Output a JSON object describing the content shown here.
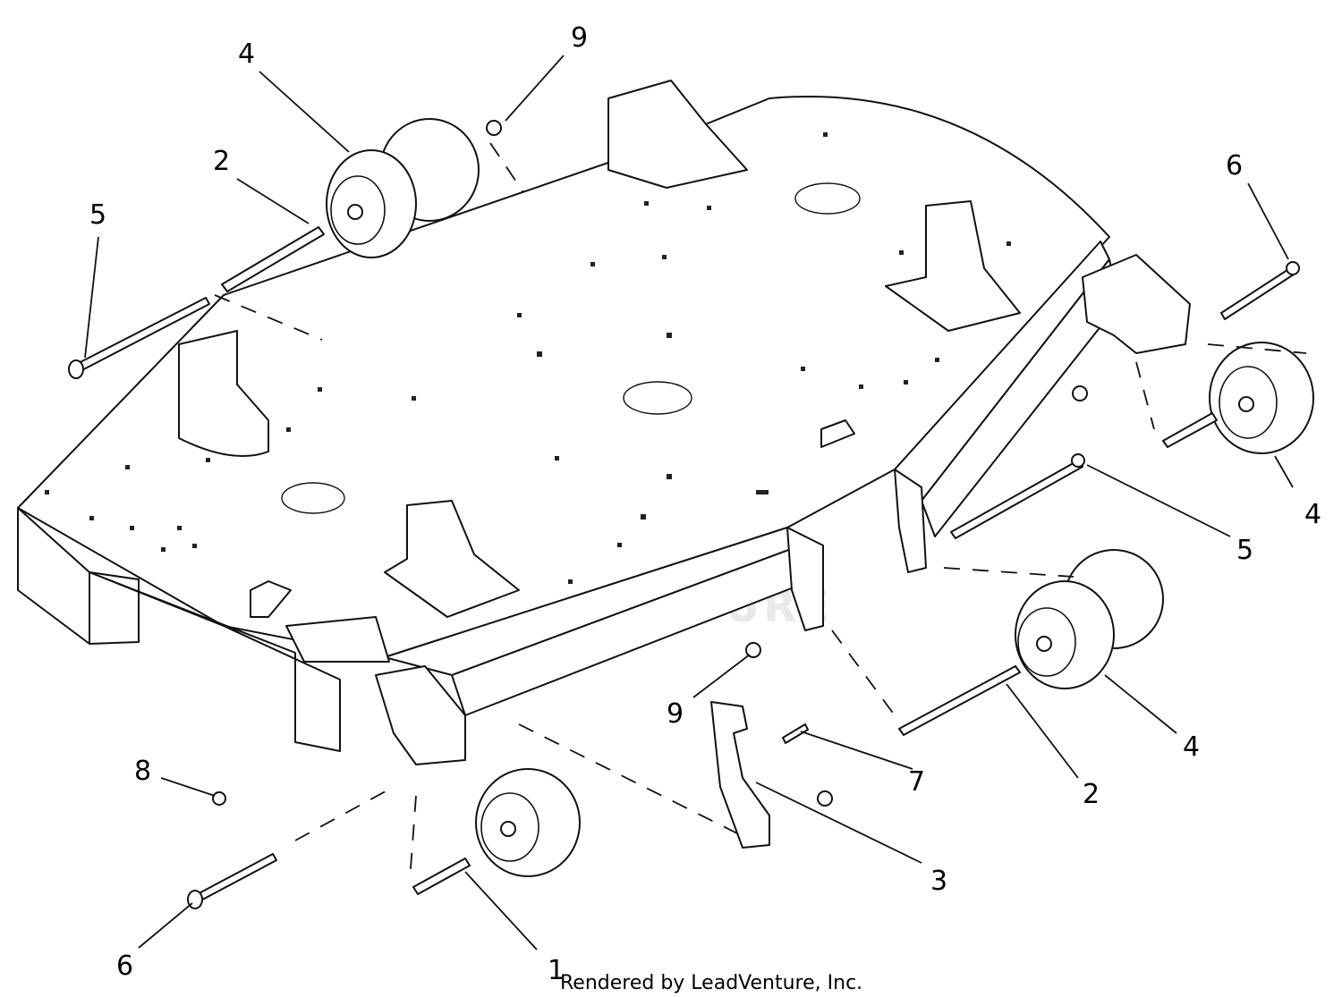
{
  "diagram": {
    "watermark": "LEADVENTURE",
    "callouts": {
      "c1": "1",
      "c2a": "2",
      "c2b": "2",
      "c3": "3",
      "c4a": "4",
      "c4b": "4",
      "c4c": "4",
      "c5a": "5",
      "c5b": "5",
      "c6a": "6",
      "c6b": "6",
      "c7": "7",
      "c8": "8",
      "c9a": "9",
      "c9b": "9"
    },
    "footer": "Rendered by LeadVenture, Inc."
  }
}
